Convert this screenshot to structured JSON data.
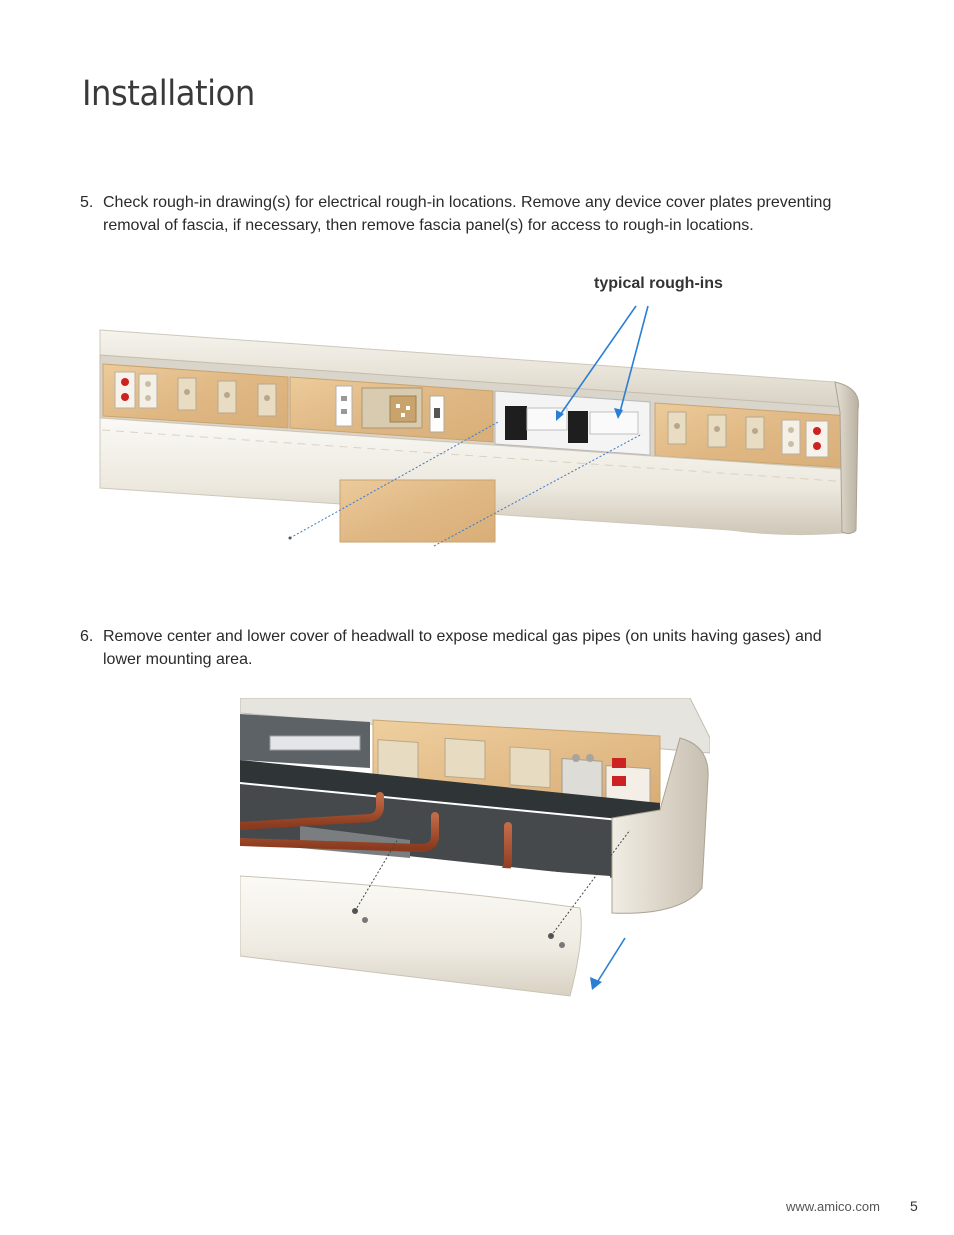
{
  "page": {
    "title": "Installation",
    "steps": [
      {
        "number": "5.",
        "text": "Check rough-in drawing(s) for  electrical rough-in locations.  Remove any device cover plates preventing removal of fascia, if necessary, then remove fascia panel(s) for access to rough-in locations."
      },
      {
        "number": "6.",
        "text": "Remove center and lower cover of headwall to expose medical gas pipes (on units having gases) and lower mounting area."
      }
    ],
    "callout": "typical rough-ins",
    "footer": {
      "url": "www.amico.com",
      "page_number": "5"
    }
  },
  "colors": {
    "accent_arrow": "#2a7fd4",
    "wood_panel": "#e2bd8c",
    "outlet_red": "#cc2222",
    "copper_pipe": "#a94a2a",
    "headwall_body": "#efebe2"
  },
  "icons": [
    "blue-arrow-icon",
    "outlet-icon",
    "red-outlet-icon",
    "data-jack-icon",
    "toggle-switch-icon"
  ]
}
